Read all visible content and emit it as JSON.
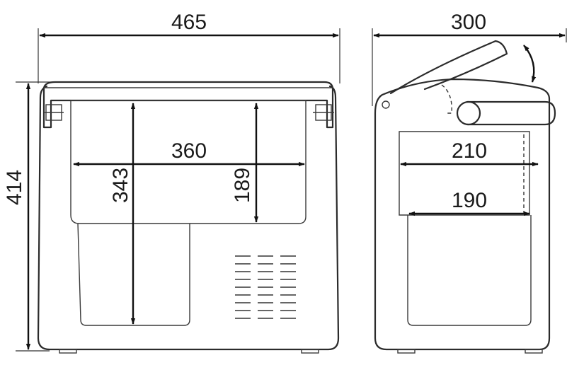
{
  "front_view": {
    "width_label": "465",
    "height_label": "414",
    "inner_width_label": "360",
    "depth_label": "343",
    "upper_depth_label": "189"
  },
  "side_view": {
    "depth_label": "300",
    "upper_inner_label": "210",
    "lower_inner_label": "190"
  }
}
